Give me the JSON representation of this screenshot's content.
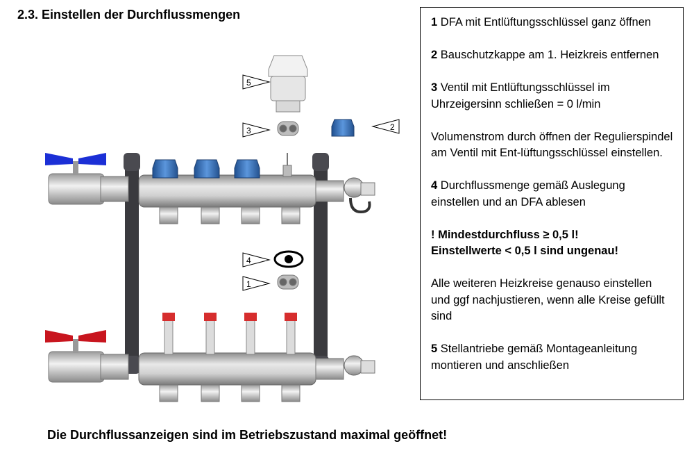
{
  "heading": "2.3. Einstellen der Durchflussmengen",
  "steps": {
    "s1": {
      "num": "1",
      "text": "DFA  mit Entlüftungsschlüssel ganz öffnen"
    },
    "s2": {
      "num": "2",
      "text": "Bauschutzkappe am 1. Heizkreis entfernen"
    },
    "s3": {
      "num": "3",
      "text": "Ventil mit Entlüftungsschlüssel im Uhrzeigersinn schließen = 0 l/min"
    },
    "s3b": {
      "text": "Volumenstrom durch öffnen der Regulierspindel am Ventil mit Ent-lüftungsschlüssel einstellen."
    },
    "s4": {
      "num": "4",
      "text": "Durchflussmenge gemäß Auslegung einstellen und an DFA ablesen"
    },
    "warning": {
      "line1": "! Mindestdurchfluss  ≥ 0,5 l!",
      "line2": "Einstellwerte < 0,5 l sind ungenau!"
    },
    "s4b": {
      "text": "Alle weiteren Heizkreise genauso einstellen und ggf nachjustieren,  wenn alle Kreise gefüllt sind"
    },
    "s5": {
      "num": "5",
      "text": "Stellantriebe gemäß Montageanleitung montieren und anschließen"
    }
  },
  "figure": {
    "callouts": {
      "c5": "5",
      "c3": "3",
      "c2": "2",
      "c4": "4",
      "c1": "1"
    },
    "colors": {
      "valve_cap": "#3d78c2",
      "flow_indicator": "#d62d2d",
      "blue_handle": "#1b2fd6",
      "red_handle": "#c8151e",
      "manifold": "#c9c9c9",
      "bracket": "#3a3a3e"
    }
  },
  "footer": "Die Durchflussanzeigen sind im Betriebszustand maximal geöffnet!"
}
